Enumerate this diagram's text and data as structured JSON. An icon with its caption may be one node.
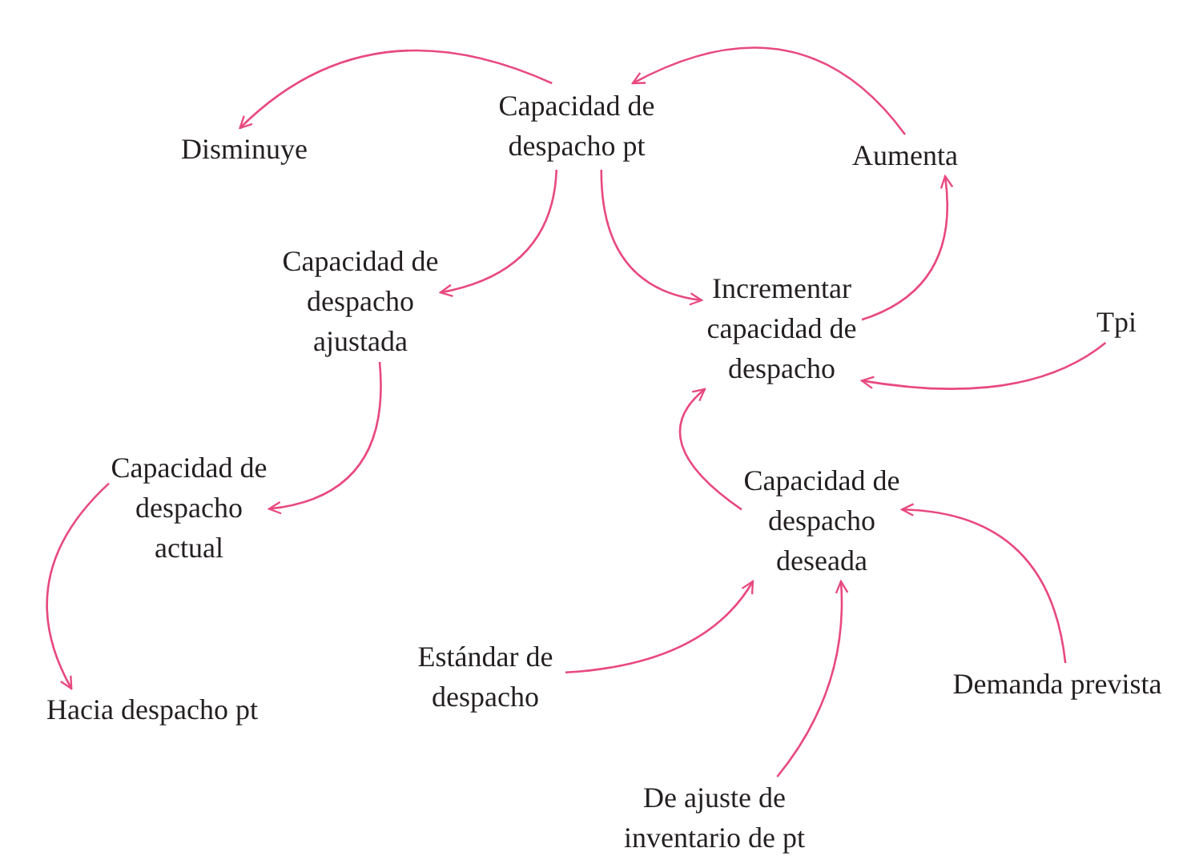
{
  "diagram": {
    "nodes": [
      {
        "text": [
          "Capacidad de despacho pt"
        ]
      },
      {
        "text": [
          "Disminuye"
        ]
      },
      {
        "text": [
          "Aumenta"
        ]
      },
      {
        "text": [
          "Capacidad de despacho ajustada"
        ]
      },
      {
        "text": [
          "Incrementar capacidad de despacho"
        ]
      },
      {
        "text": [
          "Tpi"
        ]
      },
      {
        "text": [
          "Capacidad de despacho actual"
        ]
      },
      {
        "text": [
          "Capacidad de despacho deseada"
        ]
      },
      {
        "text": [
          "Hacia despacho pt"
        ]
      },
      {
        "text": [
          "Estándar de despacho"
        ]
      },
      {
        "text": [
          "Demanda prevista"
        ]
      },
      {
        "text": [
          "De ajuste de inventario de pt"
        ]
      }
    ],
    "edges": [
      {
        "from": 0,
        "to": 1,
        "arrow": "to"
      },
      {
        "from": 2,
        "to": 0,
        "arrow": "to"
      },
      {
        "from": 0,
        "to": 3,
        "arrow": "to"
      },
      {
        "from": 0,
        "to": 4,
        "arrow": "to"
      },
      {
        "from": 4,
        "to": 2,
        "arrow": "to"
      },
      {
        "from": 5,
        "to": 4,
        "arrow": "to"
      },
      {
        "from": 3,
        "to": 6,
        "arrow": "to"
      },
      {
        "from": 6,
        "to": 8,
        "arrow": "to"
      },
      {
        "from": 7,
        "to": 4,
        "arrow": "to"
      },
      {
        "from": 9,
        "to": 7,
        "arrow": "to"
      },
      {
        "from": 10,
        "to": 7,
        "arrow": "to"
      },
      {
        "from": 11,
        "to": 7,
        "arrow": "to"
      }
    ]
  }
}
